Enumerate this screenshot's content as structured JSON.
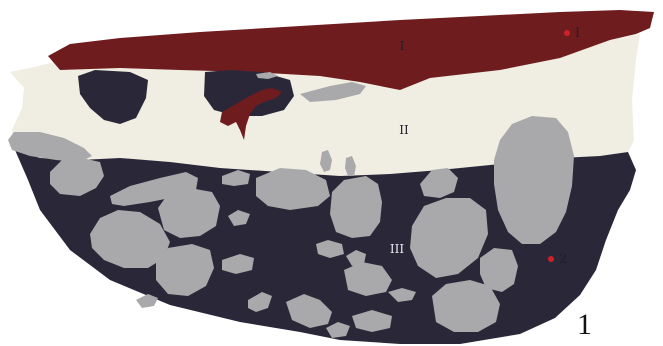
{
  "diagram": {
    "layers": [
      {
        "label": "I",
        "color": "#6e1c1e"
      },
      {
        "label": "II",
        "color": "#f0ede2"
      },
      {
        "label": "III",
        "color": "#2a2838"
      }
    ],
    "stone_color": "#a9a9ab",
    "sample_points": [
      {
        "label": "I",
        "color": "#d0202a"
      },
      {
        "label": "2",
        "color": "#d0202a"
      }
    ],
    "figure_number": "1"
  }
}
